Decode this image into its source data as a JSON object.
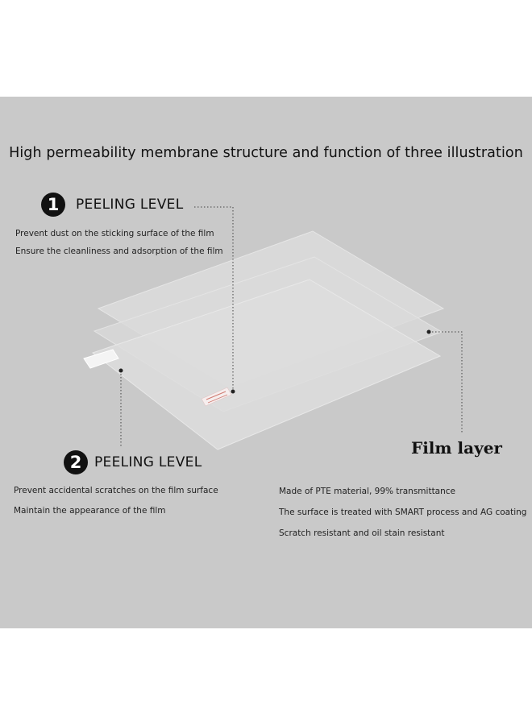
{
  "title": "High permeability membrane structure and function of three illustration",
  "peeling1": {
    "number": "1",
    "heading": "PEELING LEVEL",
    "lines": [
      "Prevent dust on the sticking surface of the film",
      "Ensure the cleanliness and adsorption of the film"
    ]
  },
  "peeling2": {
    "number": "2",
    "heading": "PEELING LEVEL",
    "lines": [
      "Prevent accidental scratches on the film surface",
      "Maintain the appearance of the film"
    ]
  },
  "film": {
    "heading": "Film layer",
    "lines": [
      "Made of PTE material, 99% transmittance",
      "The surface is treated with SMART process and AG coating",
      "Scratch resistant and oil stain resistant"
    ]
  },
  "colors": {
    "background": "#c9c9c9",
    "sheet": "#dcdcdc",
    "text": "#111111",
    "leader": "#444444"
  }
}
